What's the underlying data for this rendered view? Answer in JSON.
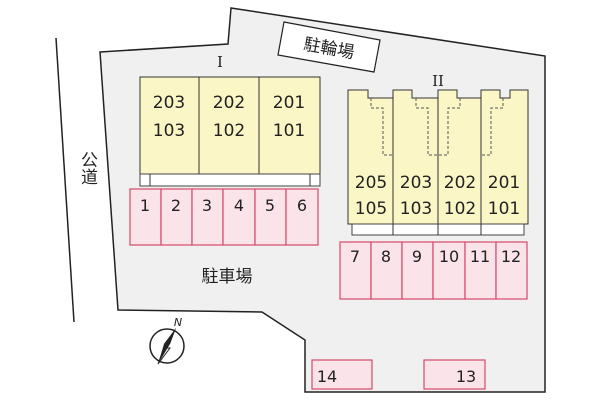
{
  "public_road_label": "公道",
  "bicycle_parking_label": "駐輪場",
  "parking_label": "駐車場",
  "compass_label": "N",
  "building_1": {
    "name": "I",
    "units": [
      {
        "upper": "203",
        "lower": "103"
      },
      {
        "upper": "202",
        "lower": "102"
      },
      {
        "upper": "201",
        "lower": "101"
      }
    ]
  },
  "building_2": {
    "name": "II",
    "units": [
      {
        "upper": "205",
        "lower": "105"
      },
      {
        "upper": "203",
        "lower": "103"
      },
      {
        "upper": "202",
        "lower": "102"
      },
      {
        "upper": "201",
        "lower": "101"
      }
    ]
  },
  "parking_spaces": {
    "row_a": [
      "1",
      "2",
      "3",
      "4",
      "5",
      "6"
    ],
    "row_b": [
      "7",
      "8",
      "9",
      "10",
      "11",
      "12"
    ],
    "single_left": "14",
    "single_right": "13"
  }
}
